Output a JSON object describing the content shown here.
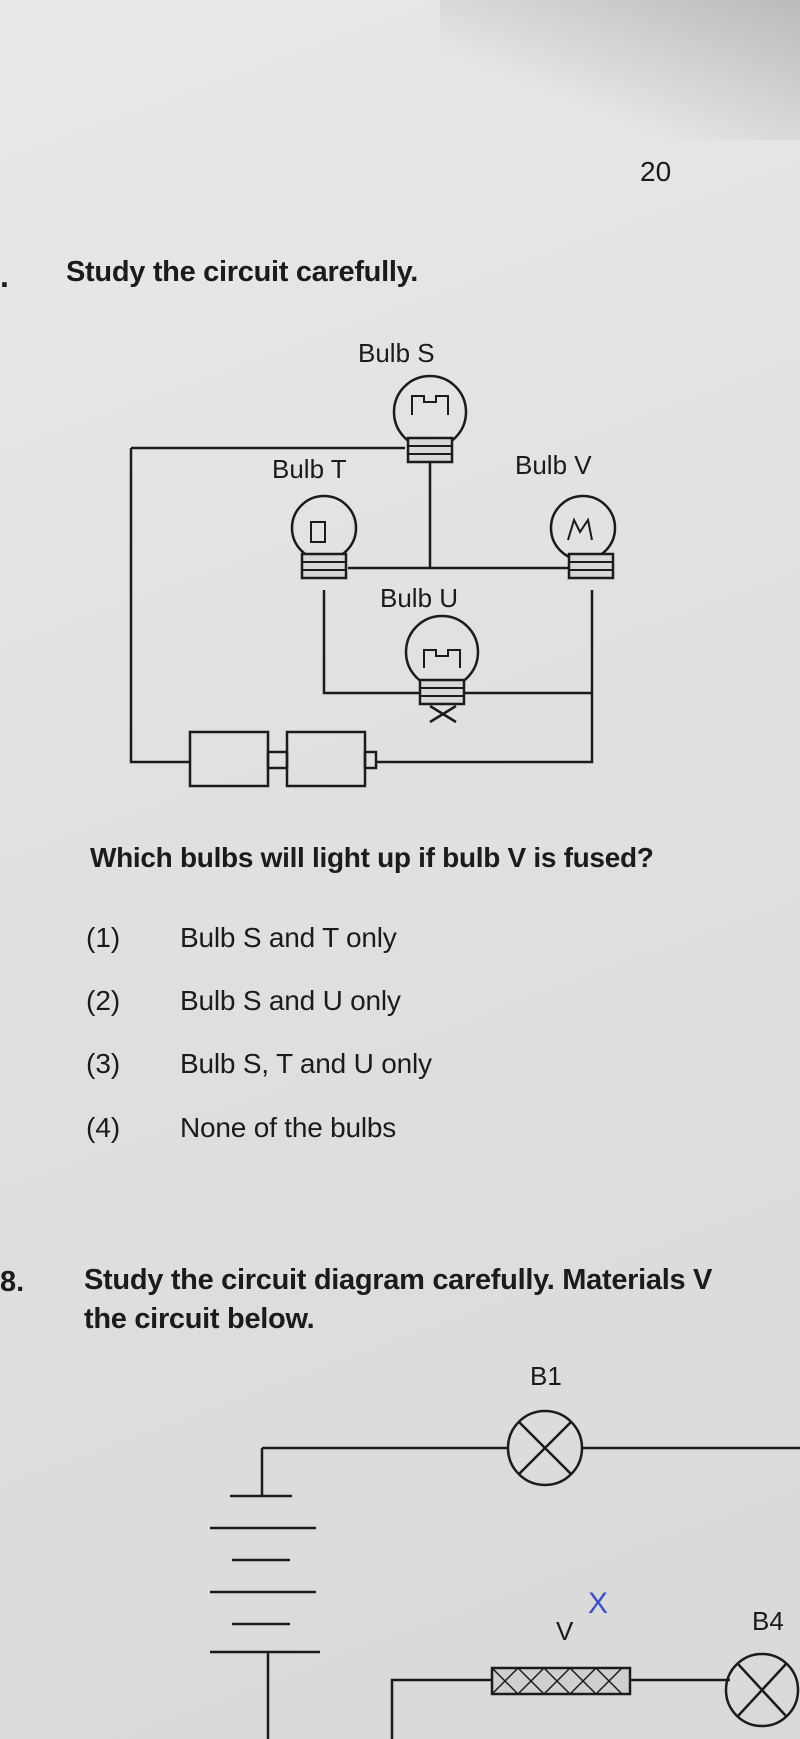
{
  "page_number": "20",
  "question_1": {
    "number": ".",
    "intro": "Study the circuit carefully.",
    "bulb_labels": {
      "s": "Bulb S",
      "t": "Bulb T",
      "v": "Bulb V",
      "u": "Bulb U"
    },
    "question": "Which bulbs will light up if bulb V is fused?",
    "options": [
      {
        "num": "(1)",
        "text": "Bulb S and T only"
      },
      {
        "num": "(2)",
        "text": "Bulb S and U only"
      },
      {
        "num": "(3)",
        "text": "Bulb S, T and U only"
      },
      {
        "num": "(4)",
        "text": "None of the bulbs"
      }
    ]
  },
  "question_2": {
    "number": "8.",
    "line1": "Study the circuit diagram carefully. Materials V",
    "line2": "the circuit below.",
    "labels": {
      "b1": "B1",
      "v": "V",
      "b4": "B4",
      "mark": "X"
    }
  }
}
